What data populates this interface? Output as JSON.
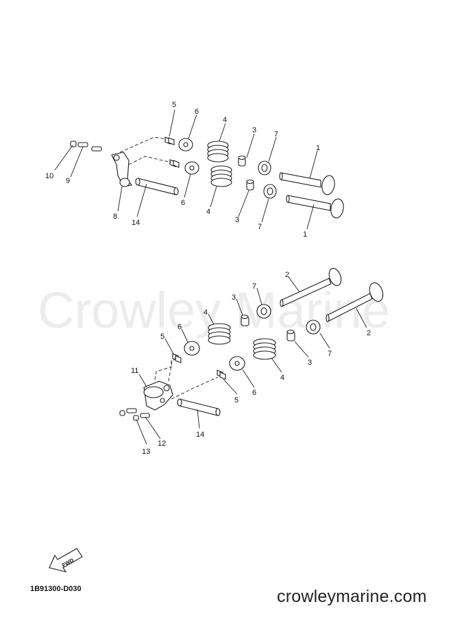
{
  "watermark": "Crowley Marine",
  "diagram_code": "1B91300-D030",
  "website": "crowleymarine.com",
  "fwd_label": "FWD",
  "callouts": {
    "c1a": "1",
    "c1b": "1",
    "c2a": "2",
    "c2b": "2",
    "c3a": "3",
    "c3b": "3",
    "c3c": "3",
    "c3d": "3",
    "c4a": "4",
    "c4b": "4",
    "c4c": "4",
    "c4d": "4",
    "c5a": "5",
    "c5b": "5",
    "c5c": "5",
    "c6a": "6",
    "c6b": "6",
    "c6c": "6",
    "c6d": "6",
    "c7a": "7",
    "c7b": "7",
    "c7c": "7",
    "c7d": "7",
    "c8": "8",
    "c9": "9",
    "c10": "10",
    "c11": "11",
    "c12": "12",
    "c13": "13",
    "c14a": "14",
    "c14b": "14"
  }
}
